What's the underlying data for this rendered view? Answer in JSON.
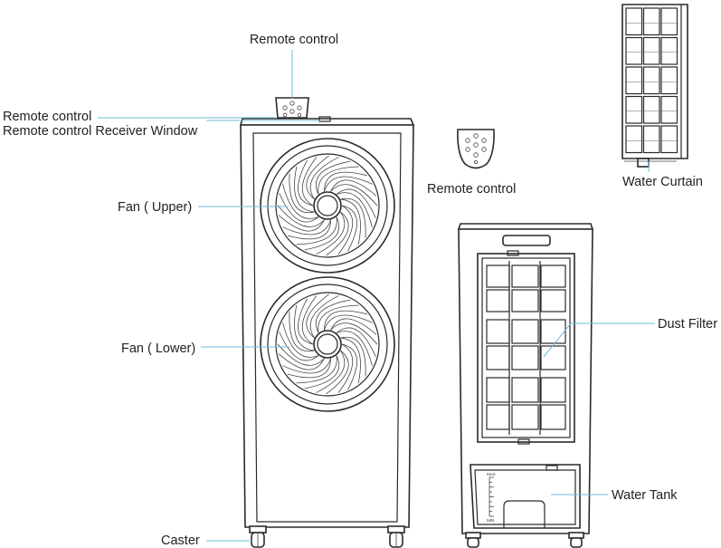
{
  "labels": {
    "remote_control_top": "Remote control",
    "remote_control_left": "Remote control",
    "receiver_window": "Remote control Receiver Window",
    "fan_upper": "Fan ( Upper)",
    "fan_lower": "Fan ( Lower)",
    "caster": "Caster",
    "remote_control_middle": "Remote control",
    "water_curtain": "Water Curtain",
    "dust_filter": "Dust Filter",
    "water_tank": "Water Tank"
  },
  "tank_scale": {
    "max": "MAX",
    "min": "MIN"
  },
  "colors": {
    "leader_line": "#6cbcd8",
    "outline": "#2a2a2a"
  }
}
